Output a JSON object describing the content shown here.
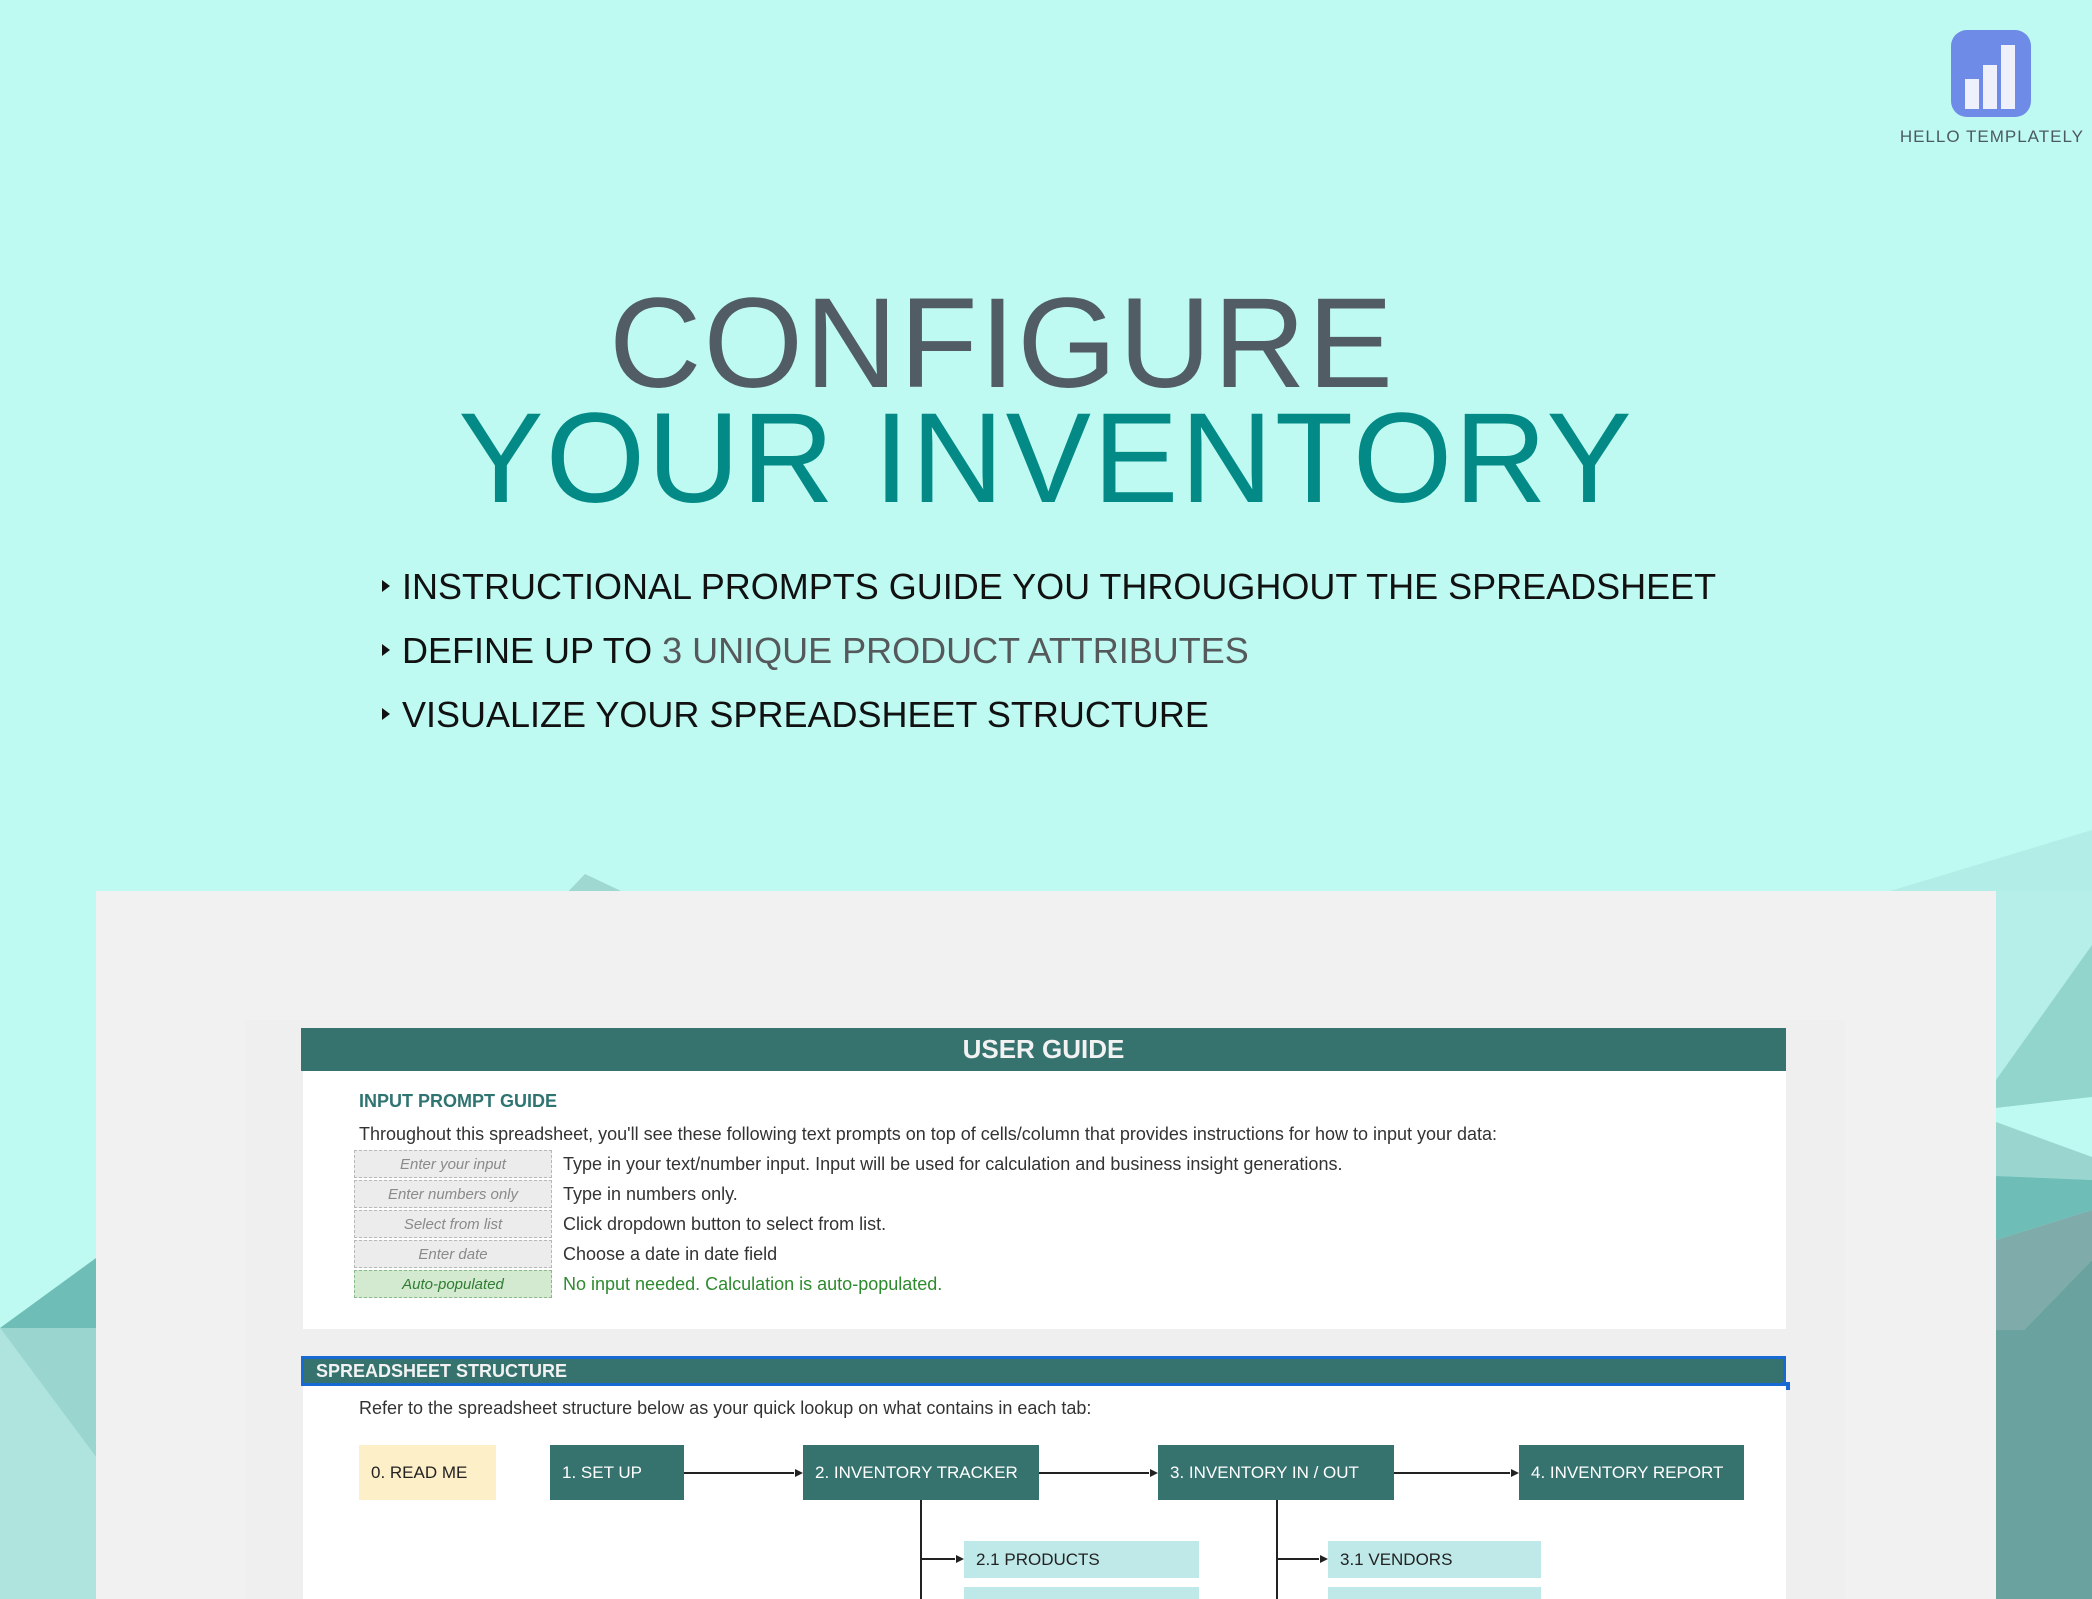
{
  "brand": {
    "logo_icon": "bar-chart-icon",
    "name": "HELLO TEMPLATELY",
    "color": "#6e8be8"
  },
  "hero": {
    "title_line1": "CONFIGURE",
    "title_line2": "YOUR INVENTORY",
    "title_line1_color": "#515c64",
    "title_line2_color": "#038a86"
  },
  "features": [
    {
      "text": "INSTRUCTIONAL PROMPTS GUIDE YOU THROUGHOUT THE SPREADSHEET",
      "accent": ""
    },
    {
      "text": "DEFINE UP TO ",
      "accent": "3 UNIQUE PRODUCT ATTRIBUTES"
    },
    {
      "text": "VISUALIZE YOUR SPREADSHEET STRUCTURE",
      "accent": ""
    }
  ],
  "sheet": {
    "header": "USER GUIDE",
    "input_guide": {
      "title": "INPUT PROMPT GUIDE",
      "intro": "Throughout this spreadsheet, you'll see these following text prompts on top of cells/column that provides instructions for how to input your data:",
      "rows": [
        {
          "prompt": "Enter your input",
          "description": "Type in your text/number input. Input will be used for calculation and business insight generations."
        },
        {
          "prompt": "Enter numbers only",
          "description": "Type in numbers only."
        },
        {
          "prompt": "Select from list",
          "description": "Click dropdown button to select from list."
        },
        {
          "prompt": "Enter date",
          "description": "Choose a date in date field"
        },
        {
          "prompt": "Auto-populated",
          "description": "No input needed. Calculation is auto-populated."
        }
      ]
    },
    "structure": {
      "title": "SPREADSHEET STRUCTURE",
      "intro": "Refer to the spreadsheet structure below as your quick lookup on what contains in each tab:",
      "tabs": {
        "readme": "0. READ ME",
        "setup": "1. SET UP",
        "tracker": "2. INVENTORY TRACKER",
        "inout": "3. INVENTORY IN / OUT",
        "report": "4. INVENTORY REPORT",
        "products": "2.1 PRODUCTS",
        "vendors": "3.1 VENDORS"
      },
      "colors": {
        "primary": "#36736f",
        "readme": "#fdefc8",
        "sub": "#bee9e8"
      }
    }
  }
}
